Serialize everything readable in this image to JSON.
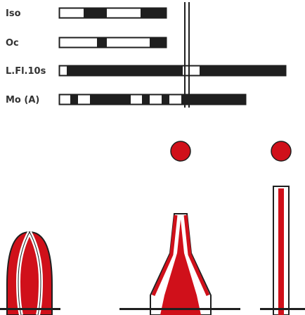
{
  "rows": [
    {
      "label": "Iso"
    },
    {
      "label": "Oc"
    },
    {
      "label": "L.Fl.10s"
    },
    {
      "label": "Mo (A)"
    }
  ],
  "colors": {
    "light_bar": "#1f1f1f",
    "frame": "#1f1f1f",
    "topmark": "#d0101a",
    "buoy_red": "#d0101a",
    "buoy_outline": "#1f1f1f",
    "ground": "#1f1f1f",
    "background": "#ffffff"
  },
  "icons": {
    "mast": "light-mast-icon",
    "topmark": "red-sphere-topmark-icon",
    "buoy_spherical": "spherical-buoy-icon",
    "buoy_pillar": "pillar-buoy-icon",
    "buoy_spar": "spar-buoy-icon"
  }
}
